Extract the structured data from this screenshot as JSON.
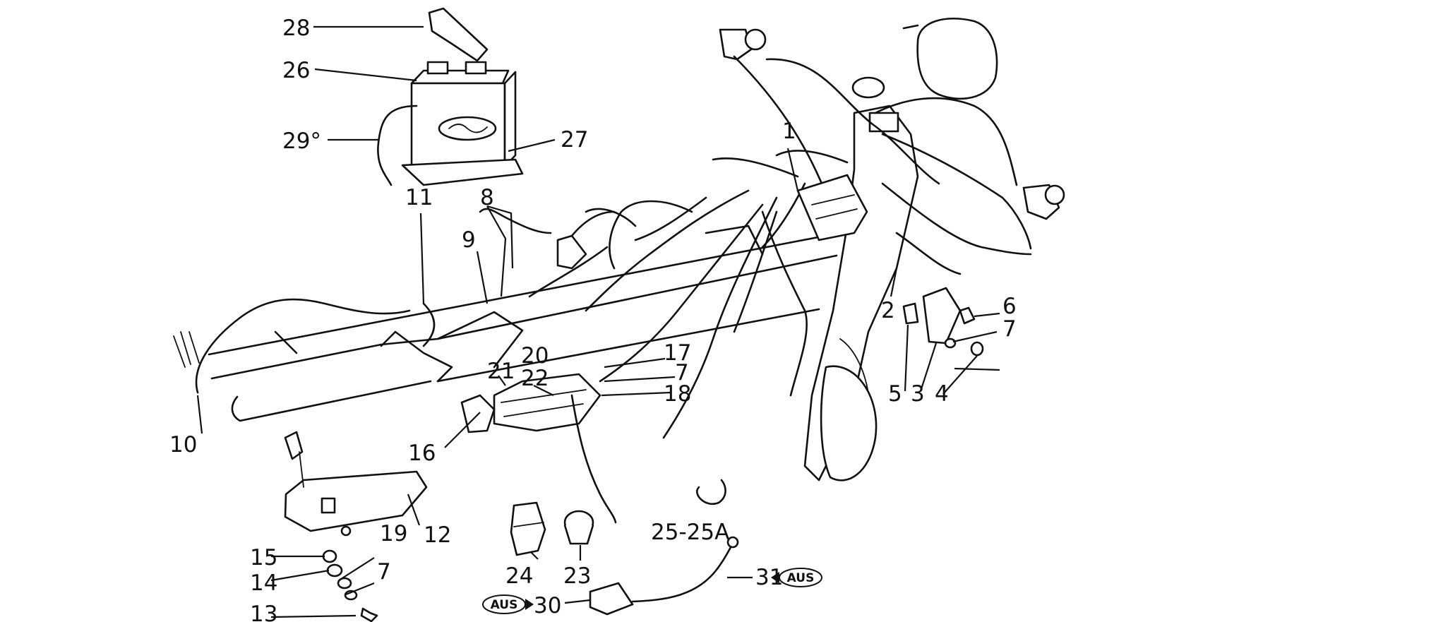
{
  "callouts": {
    "c1": "1",
    "c2": "2",
    "c3": "3",
    "c4": "4",
    "c5": "5",
    "c6": "6",
    "c7a": "7",
    "c7b": "7",
    "c7c": "7",
    "c8": "8",
    "c9": "9",
    "c10": "10",
    "c11": "11",
    "c12": "12",
    "c13": "13",
    "c14": "14",
    "c15": "15",
    "c16": "16",
    "c17": "17",
    "c18": "18",
    "c19": "19",
    "c20": "20",
    "c21": "21",
    "c22": "22",
    "c23": "23",
    "c24": "24",
    "c25": "25-25A",
    "c26": "26",
    "c27": "27",
    "c28": "28",
    "c29": "29°",
    "c30": "30",
    "c31": "31"
  },
  "badges": {
    "aus_left": "AUS",
    "aus_right": "AUS"
  }
}
